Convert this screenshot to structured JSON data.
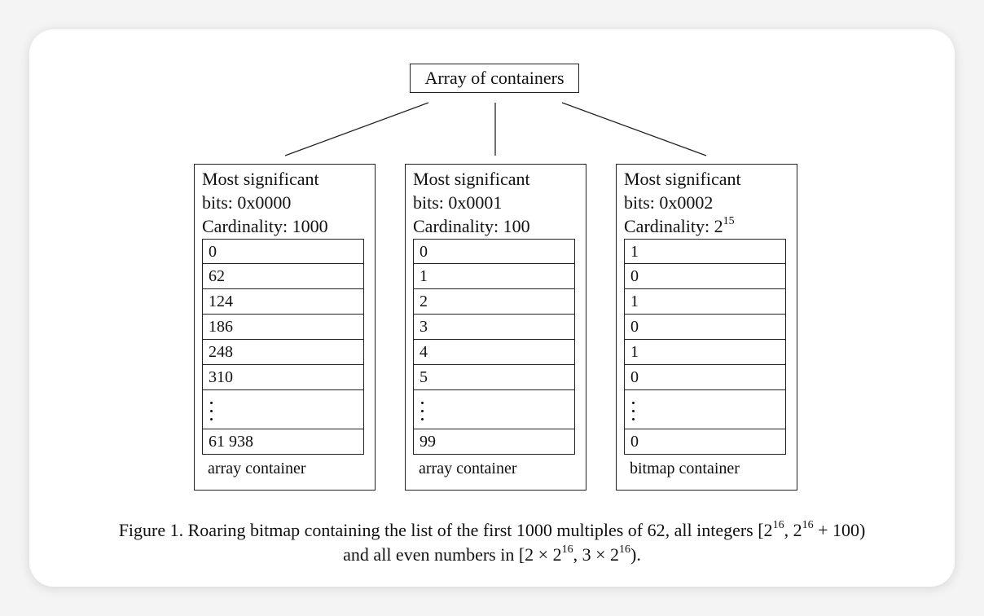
{
  "root": {
    "label": "Array of containers"
  },
  "containers": [
    {
      "msb_line1": "Most significant",
      "msb_line2": "bits: 0x0000",
      "card_label": "Cardinality: ",
      "card_value": "1000",
      "card_exp": "",
      "cells": [
        "0",
        "62",
        "124",
        "186",
        "248",
        "310"
      ],
      "last_cell": "61 938",
      "type_label": "array container"
    },
    {
      "msb_line1": "Most significant",
      "msb_line2": "bits: 0x0001",
      "card_label": "Cardinality: ",
      "card_value": "100",
      "card_exp": "",
      "cells": [
        "0",
        "1",
        "2",
        "3",
        "4",
        "5"
      ],
      "last_cell": "99",
      "type_label": "array container"
    },
    {
      "msb_line1": "Most significant",
      "msb_line2": "bits: 0x0002",
      "card_label": "Cardinality: ",
      "card_value": "2",
      "card_exp": "15",
      "cells": [
        "1",
        "0",
        "1",
        "0",
        "1",
        "0"
      ],
      "last_cell": "0",
      "type_label": "bitmap container"
    }
  ],
  "caption": {
    "line1_a": "Figure 1. Roaring bitmap containing the list of the first 1000 multiples of 62, all integers [2",
    "line1_exp1": "16",
    "line1_b": ", 2",
    "line1_exp2": "16",
    "line1_c": " + 100)",
    "line2_a": "and all even numbers in [2 × 2",
    "line2_exp1": "16",
    "line2_b": ", 3 × 2",
    "line2_exp2": "16",
    "line2_c": ")."
  }
}
